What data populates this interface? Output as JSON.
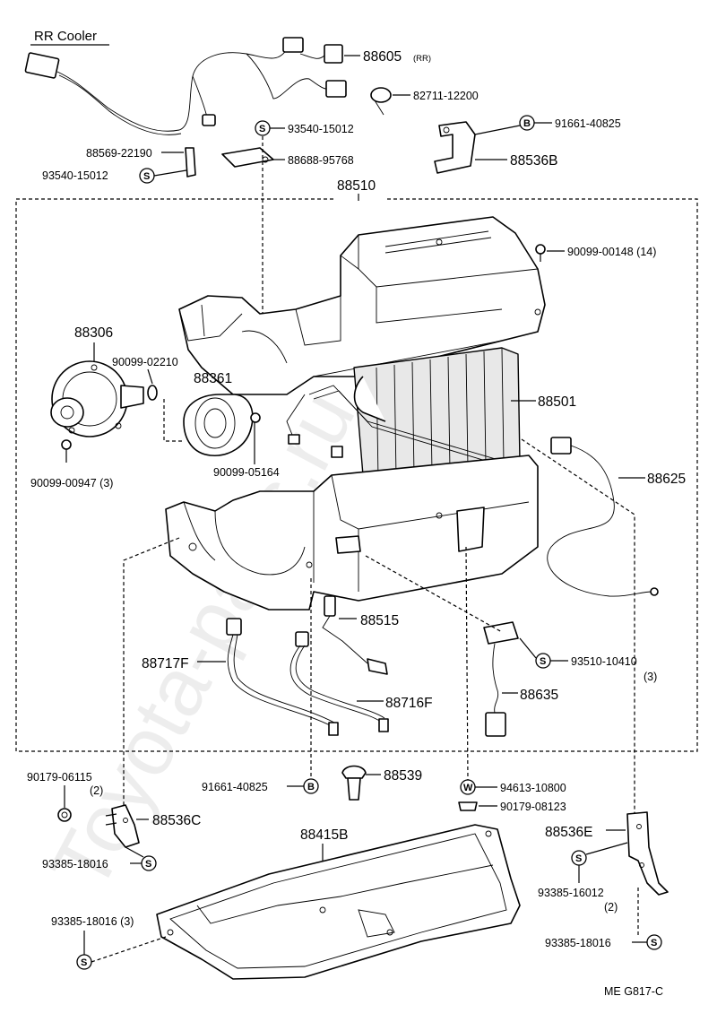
{
  "diagram": {
    "section_title": "RR Cooler",
    "drawing_code": "ME  G817-C",
    "watermark": "Toyota-parts.ru",
    "symbols": {
      "S": "S",
      "B": "B",
      "W": "W"
    },
    "labels": {
      "p88605": "88605",
      "p88605_note": "(RR)",
      "p82711": "82711-12200",
      "p93540_top": "93540-15012",
      "p91661_top": "91661-40825",
      "p88569": "88569-22190",
      "p88688": "88688-95768",
      "p93540_left": "93540-15012",
      "p88536B": "88536B",
      "p88510": "88510",
      "p90099_00148": "90099-00148 (14)",
      "p88306": "88306",
      "p90099_02210": "90099-02210",
      "p88361": "88361",
      "p88501": "88501",
      "p90099_05164": "90099-05164",
      "p90099_00947": "90099-00947 (3)",
      "p88625": "88625",
      "p88515": "88515",
      "p88717F": "88717F",
      "p93510": "93510-10410",
      "p93510_qty": "(3)",
      "p88716F": "88716F",
      "p88635": "88635",
      "p90179_06115": "90179-06115",
      "p90179_06115_qty": "(2)",
      "p91661_bottom": "91661-40825",
      "p88539": "88539",
      "p94613": "94613-10800",
      "p90179_08123": "90179-08123",
      "p88536C": "88536C",
      "p88415B": "88415B",
      "p88536E": "88536E",
      "p93385_18016_a": "93385-18016",
      "p93385_16012": "93385-16012",
      "p93385_16012_qty": "(2)",
      "p93385_18016_b": "93385-18016 (3)",
      "p93385_18016_c": "93385-18016"
    }
  }
}
